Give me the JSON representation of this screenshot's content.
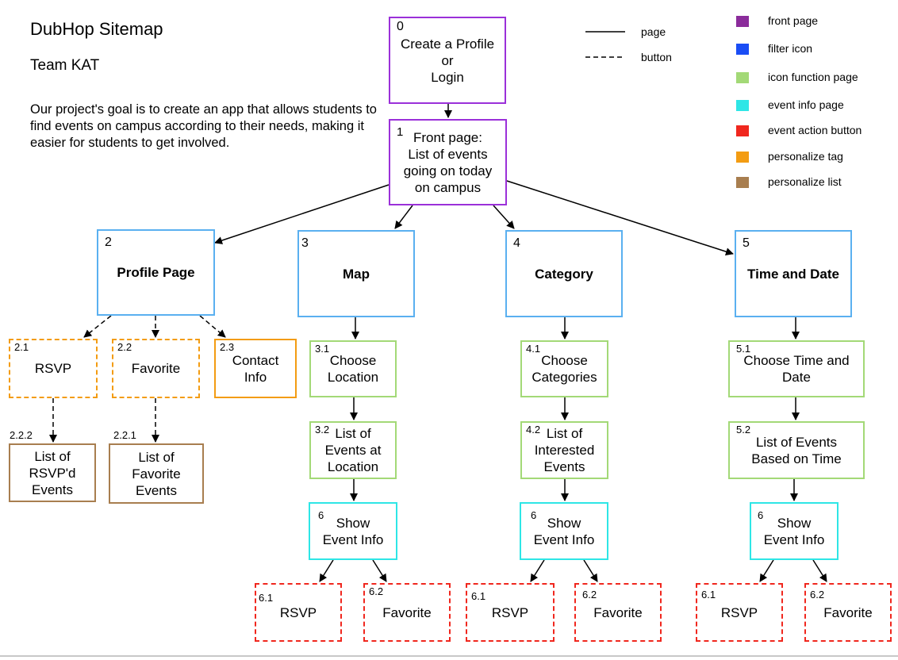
{
  "header": {
    "title": "DubHop Sitemap",
    "team": "Team KAT",
    "goal": "Our project's goal is to create an app that allows students to find events on campus according to their needs, making it easier for students to get involved."
  },
  "line_legend": {
    "page": "page",
    "button": "button"
  },
  "colors": {
    "front": "#8B2C9B",
    "filter": "#1A4DF5",
    "function": "#A3D977",
    "info": "#2EE6E6",
    "action": "#F0271E",
    "tag": "#F39C12",
    "list": "#A87E4F"
  },
  "legend": [
    {
      "label": "front page",
      "color": "#8B2C9B"
    },
    {
      "label": "filter icon",
      "color": "#1A4DF5"
    },
    {
      "label": "icon function page",
      "color": "#A3D977"
    },
    {
      "label": "event info page",
      "color": "#2EE6E6"
    },
    {
      "label": "event action button",
      "color": "#F0271E"
    },
    {
      "label": "personalize tag",
      "color": "#F39C12"
    },
    {
      "label": "personalize list",
      "color": "#A87E4F"
    }
  ],
  "nodes": {
    "n0": {
      "num": "0",
      "label": "Create a Profile\nor\nLogin"
    },
    "n1": {
      "num": "1",
      "label": "Front page:\nList of events\ngoing on today\non campus"
    },
    "n2": {
      "num": "2",
      "label": "Profile Page"
    },
    "n3": {
      "num": "3",
      "label": "Map"
    },
    "n4": {
      "num": "4",
      "label": "Category"
    },
    "n5": {
      "num": "5",
      "label": "Time and Date"
    },
    "n21": {
      "num": "2.1",
      "label": "RSVP"
    },
    "n22": {
      "num": "2.2",
      "label": "Favorite"
    },
    "n23": {
      "num": "2.3",
      "label": "Contact\nInfo"
    },
    "n222": {
      "num": "2.2.2",
      "label": "List of\nRSVP'd\nEvents"
    },
    "n221": {
      "num": "2.2.1",
      "label": "List of\nFavorite\nEvents"
    },
    "n31": {
      "num": "3.1",
      "label": "Choose\nLocation"
    },
    "n32": {
      "num": "3.2",
      "label": "List of\nEvents at\nLocation"
    },
    "n41": {
      "num": "4.1",
      "label": "Choose\nCategories"
    },
    "n42": {
      "num": "4.2",
      "label": "List of\nInterested\nEvents"
    },
    "n51": {
      "num": "5.1",
      "label": "Choose Time and\nDate"
    },
    "n52": {
      "num": "5.2",
      "label": "List of Events\nBased on Time"
    },
    "n6a": {
      "num": "6",
      "label": "Show\nEvent Info"
    },
    "n6b": {
      "num": "6",
      "label": "Show\nEvent Info"
    },
    "n6c": {
      "num": "6",
      "label": "Show\nEvent Info"
    },
    "n61a": {
      "num": "6.1",
      "label": "RSVP"
    },
    "n62a": {
      "num": "6.2",
      "label": "Favorite"
    },
    "n61b": {
      "num": "6.1",
      "label": "RSVP"
    },
    "n62b": {
      "num": "6.2",
      "label": "Favorite"
    },
    "n61c": {
      "num": "6.1",
      "label": "RSVP"
    },
    "n62c": {
      "num": "6.2",
      "label": "Favorite"
    }
  }
}
